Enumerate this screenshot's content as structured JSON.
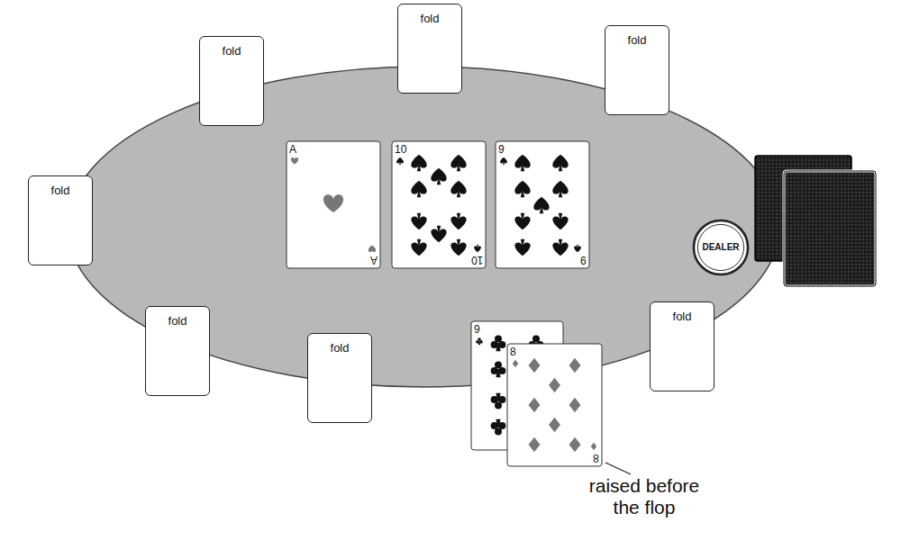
{
  "diagram": {
    "nodes": [
      {
        "text": [
          "fold"
        ]
      },
      {
        "text": [
          "fold"
        ]
      },
      {
        "text": [
          "fold"
        ]
      },
      {
        "text": [
          "fold"
        ]
      },
      {
        "text": [
          "A",
          "A"
        ]
      },
      {
        "text": [
          "10",
          "10"
        ]
      },
      {
        "text": [
          "9",
          "9"
        ]
      },
      {
        "text": [
          "DEALER"
        ]
      },
      {
        "text": [
          "fold"
        ]
      },
      {
        "text": [
          "fold"
        ]
      },
      {
        "text": [
          "fold"
        ]
      },
      {
        "text": [
          "9"
        ]
      },
      {
        "text": [
          "8",
          "8"
        ]
      }
    ],
    "labels": [
      "raised before the flop"
    ]
  }
}
